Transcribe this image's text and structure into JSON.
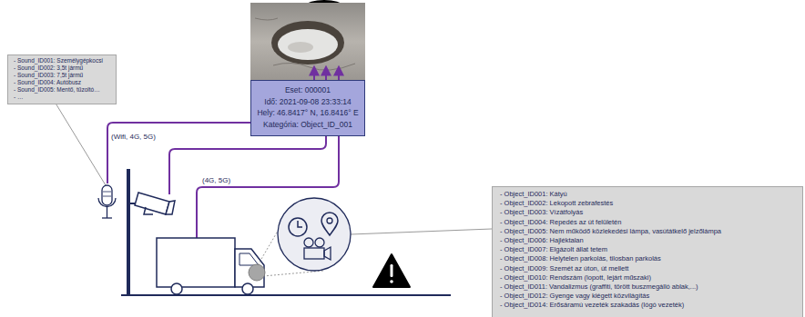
{
  "diagram": {
    "nodes": [
      {
        "text": [
          "- Sound_ID001: Személygépkocsi",
          "- Sound_ID002: 3,5t jármű",
          "- Sound_ID003: 7,5t jármű",
          "- Sound_ID004: Autóbusz",
          "- Sound_ID005: Mentő, tűzoltó…",
          "- …"
        ]
      },
      {
        "text": [
          "Eset: 000001",
          "Idő: 2021-09-08 23:33:14",
          "Hely: 46.8417° N, 16.8416° E",
          "Kategória: Object_ID_001"
        ]
      },
      {
        "text": [
          "- Object_ID001: Kátyú",
          "- Object_ID002: Lekopott zebrafestés",
          "- Object_ID003: Vízátfolyás",
          "- Object_ID004: Repedés az út felületén",
          "- Object_ID005: Nem működő közlekedési lámpa, vasútátkelő jelzőlámpa",
          "- Object_ID006: Hajléktalan",
          "- Object_ID007: Elgázolt állat tetem",
          "- Object_ID008: Helytelen parkolás, tilosban parkolás",
          "- Object_ID009: Szemét az úton, út mellett",
          "- Object_ID010: Rendszám (lopott, lejárt műszaki)",
          "- Object_ID011: Vandalizmus (graffiti, törött buszmegálló ablak,...)",
          "- Object_ID012: Gyenge vagy kiégett közvilágítás",
          "- Object_ID014: Erősáramú vezeték szakadás (lógó vezeték)"
        ]
      }
    ],
    "labels": [
      "(Wifi, 4G, 5G)",
      "(4G, 5G)"
    ]
  }
}
